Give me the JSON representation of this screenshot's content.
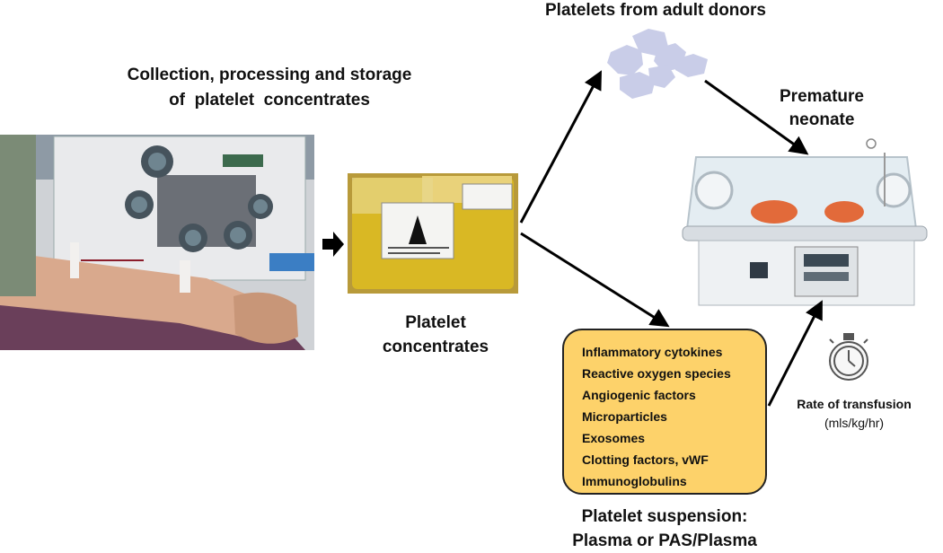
{
  "labels": {
    "collection": [
      "Collection, processing and storage",
      "of  platelet  concentrates"
    ],
    "platelet_concentrates": [
      "Platelet",
      "concentrates"
    ],
    "adult_donors": "Platelets from adult donors",
    "neonate": [
      "Premature",
      "neonate"
    ],
    "rate": [
      "Rate of transfusion",
      "(mls/kg/hr)"
    ],
    "suspension": [
      "Platelet suspension:",
      "Plasma or PAS/Plasma"
    ]
  },
  "suspension_contents": [
    "Inflammatory cytokines",
    "Reactive oxygen species",
    "Angiogenic factors",
    "Microparticles",
    "Exosomes",
    "Clotting factors, vWF",
    "Immunoglobulins"
  ],
  "colors": {
    "box_fill": "#fdd26a",
    "platelet_fill": "#c9cde8",
    "bag_yellow": "#d9b824",
    "arrow": "#000000"
  },
  "icons": {
    "donor_photo": "blood-donation-apheresis-photo",
    "bags_photo": "platelet-bags-photo",
    "incubator_photo": "neonatal-incubator-photo",
    "platelets": "platelet-cells-icon",
    "stopwatch": "stopwatch-icon"
  }
}
